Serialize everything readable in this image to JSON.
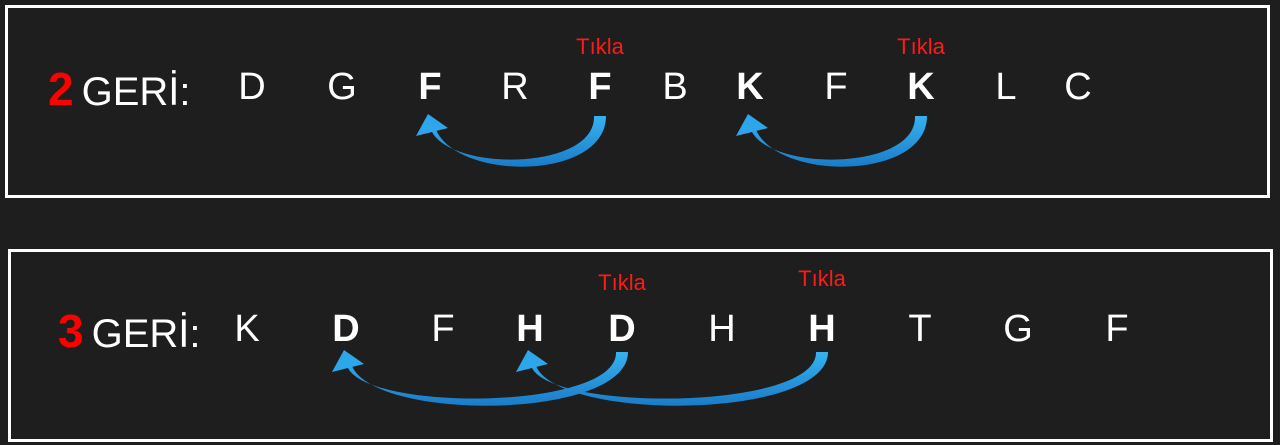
{
  "accent_color": "#1e90d8",
  "click_color": "#ff0000",
  "rows": [
    {
      "number": "2",
      "label": "GERİ:",
      "click_label": "Tıkla",
      "letters": [
        {
          "text": "D",
          "bold": false
        },
        {
          "text": "G",
          "bold": false
        },
        {
          "text": "F",
          "bold": true
        },
        {
          "text": "R",
          "bold": false
        },
        {
          "text": "F",
          "bold": true
        },
        {
          "text": "B",
          "bold": false
        },
        {
          "text": "K",
          "bold": true
        },
        {
          "text": "F",
          "bold": false
        },
        {
          "text": "K",
          "bold": true
        },
        {
          "text": "L",
          "bold": false
        },
        {
          "text": "C",
          "bold": false
        }
      ],
      "click_at": [
        4,
        8
      ],
      "arrows": [
        {
          "from": 4,
          "to": 2
        },
        {
          "from": 8,
          "to": 6
        }
      ]
    },
    {
      "number": "3",
      "label": "GERİ:",
      "click_label": "Tıkla",
      "letters": [
        {
          "text": "K",
          "bold": false
        },
        {
          "text": "D",
          "bold": true
        },
        {
          "text": "F",
          "bold": false
        },
        {
          "text": "H",
          "bold": true
        },
        {
          "text": "D",
          "bold": true
        },
        {
          "text": "H",
          "bold": false
        },
        {
          "text": "H",
          "bold": true
        },
        {
          "text": "T",
          "bold": false
        },
        {
          "text": "G",
          "bold": false
        },
        {
          "text": "F",
          "bold": false
        }
      ],
      "click_at": [
        4,
        6
      ],
      "arrows": [
        {
          "from": 4,
          "to": 1
        },
        {
          "from": 6,
          "to": 3
        }
      ]
    }
  ]
}
